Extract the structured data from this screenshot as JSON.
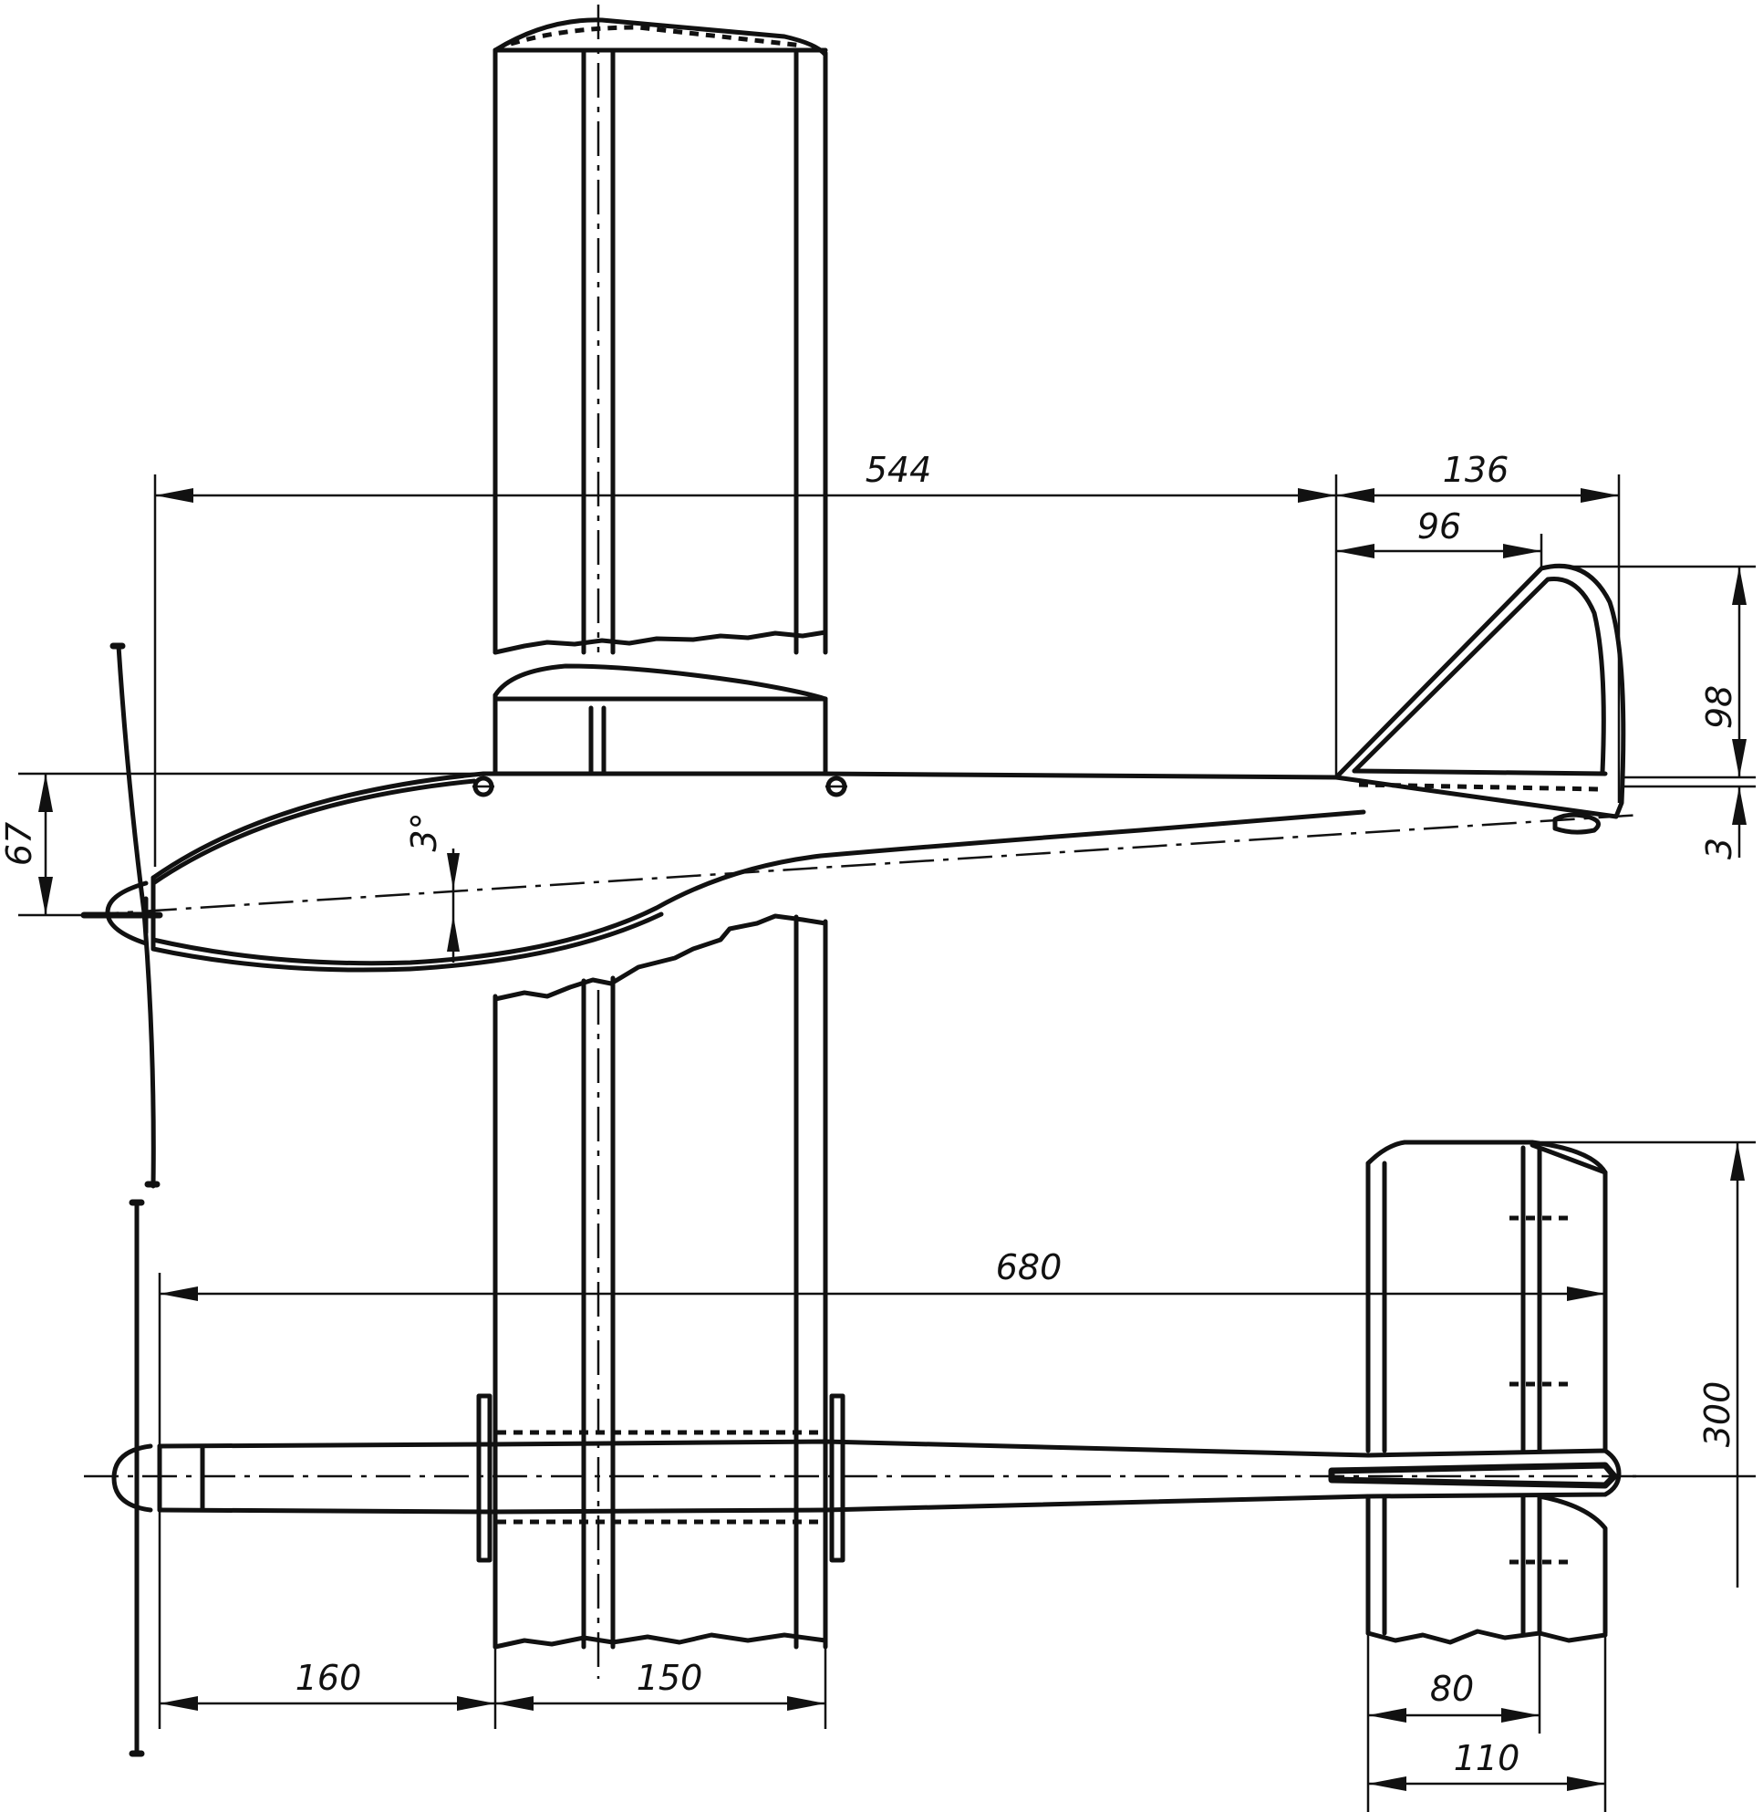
{
  "dimensions": {
    "fuselage_top": "544",
    "fin_base": "136",
    "fin_top": "96",
    "fin_height": "98",
    "tail_offset": "3",
    "nose_height": "67",
    "incidence_angle": "3°",
    "overall_length": "680",
    "nose_to_wing": "160",
    "wing_chord": "150",
    "stab_chord": "80",
    "stab_chord_total": "110",
    "stab_span_half": "300"
  }
}
